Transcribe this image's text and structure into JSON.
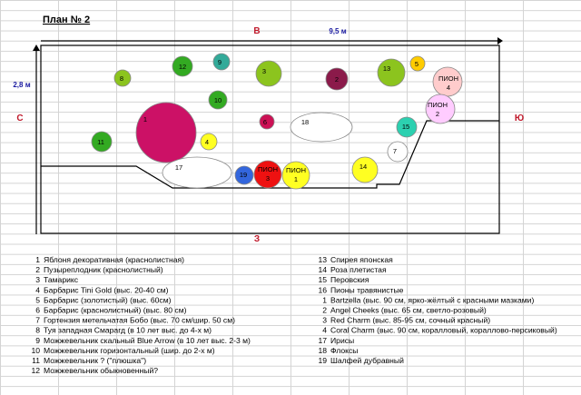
{
  "title": "План № 2",
  "labels": {
    "north": "В",
    "south": "З",
    "west": "С",
    "east": "Ю",
    "width": "9,5 м",
    "height": "2,8 м"
  },
  "colors": {
    "accent_red": "#c0192b",
    "accent_blue": "#1a1aa0",
    "grid": "#d4d4d4"
  },
  "plants": [
    {
      "label": "1",
      "color": "#cc1166"
    },
    {
      "label": "2",
      "color": "#8b1a4a"
    },
    {
      "label": "3",
      "color": "#8cc41e"
    },
    {
      "label": "4",
      "color": "#ffff22"
    },
    {
      "label": "5",
      "color": "#ffcc00"
    },
    {
      "label": "6",
      "color": "#cc1155"
    },
    {
      "label": "7",
      "color": "#ffffff"
    },
    {
      "label": "8",
      "color": "#8cc41e"
    },
    {
      "label": "9",
      "color": "#33aa99"
    },
    {
      "label": "10",
      "color": "#33aa22"
    },
    {
      "label": "11",
      "color": "#33aa22"
    },
    {
      "label": "12",
      "color": "#33aa22"
    },
    {
      "label": "13",
      "color": "#8cc41e"
    },
    {
      "label": "14",
      "color": "#ffff22"
    },
    {
      "label": "15",
      "color": "#2cd0b0"
    },
    {
      "label": "17",
      "color": "#ffffff"
    },
    {
      "label": "18",
      "color": "#ffffff"
    },
    {
      "label": "19",
      "color": "#3366dd"
    },
    {
      "label": "ПИОН\n1",
      "color": "#ffff22"
    },
    {
      "label": "ПИОН\n3",
      "color": "#ee1111"
    },
    {
      "label": "ПИОН\n4",
      "color": "#ffcccc"
    },
    {
      "label": "ПИОН\n2",
      "color": "#ffccff"
    }
  ],
  "legend_left": [
    {
      "num": "1",
      "text": "Яблоня декоративная (краснолистная)"
    },
    {
      "num": "2",
      "text": "Пузыреплодник (краснолистный)"
    },
    {
      "num": "3",
      "text": "Тамарикс"
    },
    {
      "num": "4",
      "text": "Барбарис Tini Gold (выс. 20-40 см)"
    },
    {
      "num": "5",
      "text": "Барбарис (золотистый) (выс. 60см)"
    },
    {
      "num": "6",
      "text": "Барбарис (краснолистный) (выс. 80 см)"
    },
    {
      "num": "7",
      "text": "Гортензия метельчатая Бобо (выс. 70 см/шир. 50 см)"
    },
    {
      "num": "8",
      "text": "Туя западная Смарагд (в 10 лет выс. до 4-х м)"
    },
    {
      "num": "9",
      "text": "Можжевельник скальный Blue Arrow (в 10 лет выс. 2-3 м)"
    },
    {
      "num": "10",
      "text": "Можжевельник горизонтальный (шир. до 2-х м)"
    },
    {
      "num": "11",
      "text": "Можжевельник ? (\"плюшка\")"
    },
    {
      "num": "12",
      "text": "Можжевельник обыкновенный?"
    }
  ],
  "legend_right": [
    {
      "num": "13",
      "text": "Спирея японская"
    },
    {
      "num": "14",
      "text": "Роза плетистая"
    },
    {
      "num": "15",
      "text": "Перовския"
    },
    {
      "num": "16",
      "text": "Пионы травянистые"
    },
    {
      "num": "1",
      "text": "Bartzella (выс. 90 см, ярко-жёлтый с красными мазками)"
    },
    {
      "num": "2",
      "text": "Angel Cheeks (выс. 65 см, светло-розовый)"
    },
    {
      "num": "3",
      "text": "Red Charm (выс. 85-95 см, сочный красный)"
    },
    {
      "num": "4",
      "text": "Coral Charm (выс. 90 см, коралловый, кораллово-персиковый)"
    },
    {
      "num": "17",
      "text": "Ирисы"
    },
    {
      "num": "18",
      "text": "Флоксы"
    },
    {
      "num": "19",
      "text": "Шалфей дубравный"
    }
  ]
}
